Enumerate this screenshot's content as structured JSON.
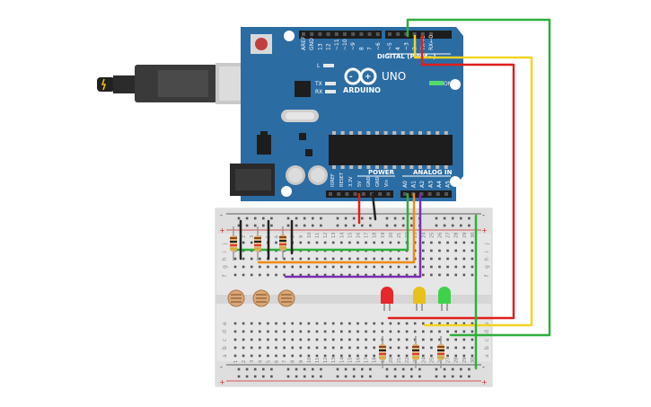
{
  "arduino": {
    "logo_text": "ARDUINO",
    "model": "UNO",
    "digital_label": "DIGITAL (PWM~)",
    "on_label": "ON",
    "l_label": "L",
    "tx_label": "TX",
    "rx_label": "RX",
    "power_label": "POWER",
    "analog_label": "ANALOG IN",
    "digital_pins": [
      "AREF",
      "GND",
      "13",
      "12",
      "~11",
      "~10",
      "~9",
      "8",
      "7",
      "~6",
      "~5",
      "4",
      "~3",
      "2",
      "TX→1",
      "RX←0"
    ],
    "power_pins": [
      "IOREF",
      "RESET",
      "3.3V",
      "5V",
      "GND",
      "GND",
      "Vin"
    ],
    "analog_pins": [
      "A0",
      "A1",
      "A2",
      "A3",
      "A4",
      "A5"
    ]
  },
  "breadboard": {
    "column_numbers": [
      "1",
      "2",
      "3",
      "4",
      "5",
      "6",
      "7",
      "8",
      "9",
      "10",
      "11",
      "12",
      "13",
      "14",
      "15",
      "16",
      "17",
      "18",
      "19",
      "20",
      "21",
      "22",
      "23",
      "24",
      "25",
      "26",
      "27",
      "28",
      "29",
      "30"
    ],
    "row_letters_top": [
      "j",
      "i",
      "h",
      "g",
      "f"
    ],
    "row_letters_bottom": [
      "e",
      "d",
      "c",
      "b",
      "a"
    ],
    "rail_plus": "+",
    "rail_minus": "-"
  },
  "colors": {
    "board": "#2b6ca3",
    "wire_red": "#e0201c",
    "wire_yellow": "#f2d322",
    "wire_green": "#2fae3b",
    "wire_orange": "#f28a12",
    "wire_purple": "#7a2fb0",
    "wire_black": "#222222",
    "led_red": "#e8262b",
    "led_yellow": "#e6c21a",
    "led_green": "#3fd14b"
  }
}
